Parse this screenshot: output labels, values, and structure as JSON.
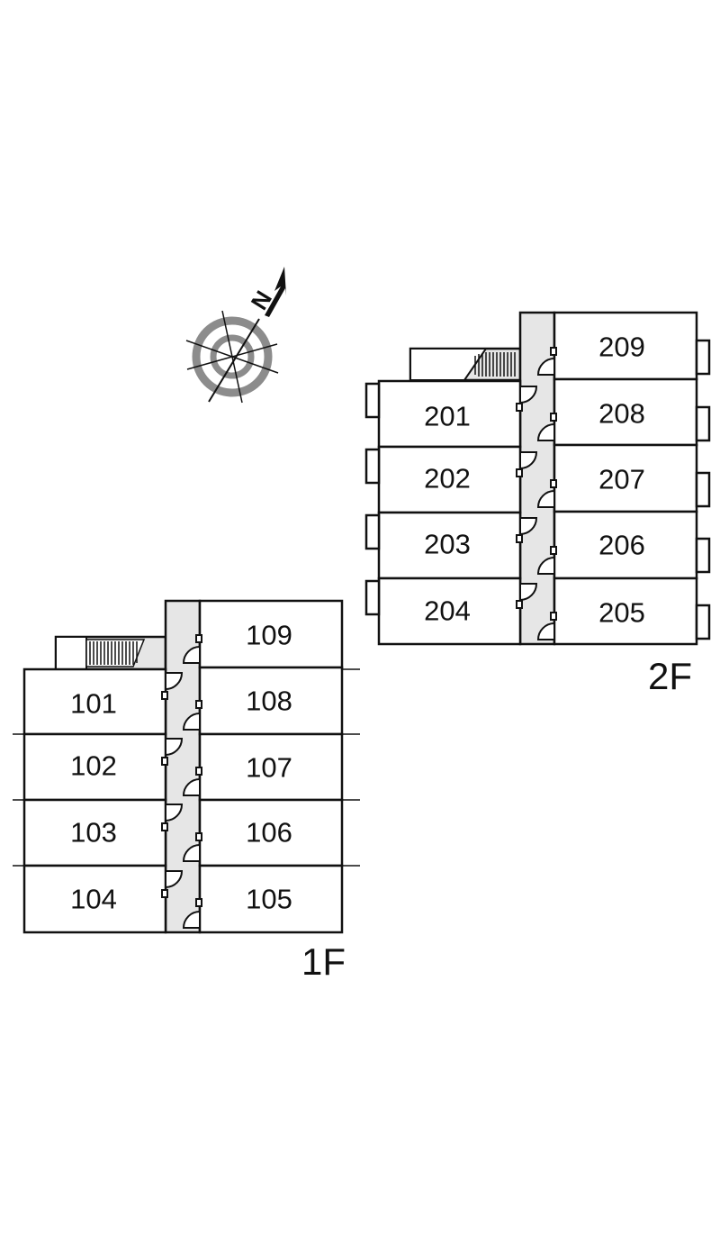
{
  "compass": {
    "north_label": "N"
  },
  "floors": [
    {
      "label": "1F",
      "left_rooms": [
        "101",
        "102",
        "103",
        "104"
      ],
      "right_rooms": [
        "109",
        "108",
        "107",
        "106",
        "105"
      ]
    },
    {
      "label": "2F",
      "left_rooms": [
        "201",
        "202",
        "203",
        "204"
      ],
      "right_rooms": [
        "209",
        "208",
        "207",
        "206",
        "205"
      ]
    }
  ],
  "colors": {
    "line": "#111111",
    "corridor": "#e6e6e6",
    "compass_ring": "#8c8c8c"
  }
}
